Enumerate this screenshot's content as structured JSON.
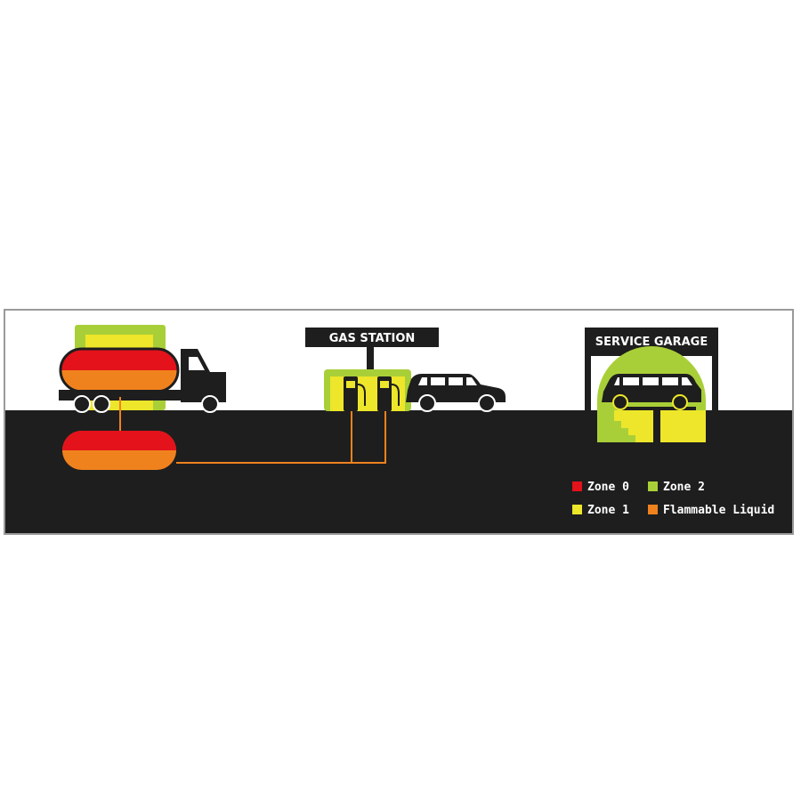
{
  "signs": {
    "gas_station": "GAS STATION",
    "service_garage": "SERVICE GARAGE"
  },
  "legend": [
    {
      "label": "Zone 0",
      "color": "#e3121b"
    },
    {
      "label": "Zone 2",
      "color": "#a9cf38"
    },
    {
      "label": "Zone 1",
      "color": "#ede62a"
    },
    {
      "label": "Flammable Liquid",
      "color": "#f0821e"
    }
  ],
  "colors": {
    "zone0": "#e3121b",
    "zone1": "#ede62a",
    "zone2": "#a9cf38",
    "flammable_liquid": "#f0821e",
    "ground": "#1e1e1e",
    "sky": "#ffffff"
  }
}
